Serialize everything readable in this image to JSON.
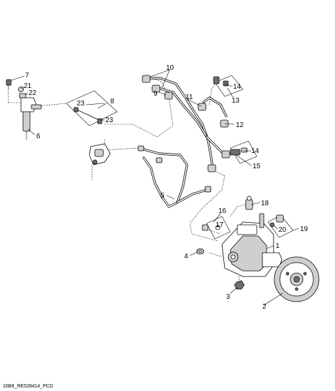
{
  "figure": {
    "reference_code": "16B8_RE528414_PCD"
  },
  "callouts": [
    {
      "id": "c1",
      "label": "1"
    },
    {
      "id": "c2",
      "label": "2"
    },
    {
      "id": "c3",
      "label": "3"
    },
    {
      "id": "c4",
      "label": "4"
    },
    {
      "id": "c5",
      "label": "5"
    },
    {
      "id": "c6",
      "label": "6"
    },
    {
      "id": "c7",
      "label": "7"
    },
    {
      "id": "c8",
      "label": "8"
    },
    {
      "id": "c9",
      "label": "9"
    },
    {
      "id": "c10",
      "label": "10"
    },
    {
      "id": "c11",
      "label": "11"
    },
    {
      "id": "c12",
      "label": "12"
    },
    {
      "id": "c13",
      "label": "13"
    },
    {
      "id": "c14a",
      "label": "14"
    },
    {
      "id": "c14b",
      "label": "14"
    },
    {
      "id": "c15",
      "label": "15"
    },
    {
      "id": "c16",
      "label": "16"
    },
    {
      "id": "c17",
      "label": "17"
    },
    {
      "id": "c18",
      "label": "18"
    },
    {
      "id": "c19",
      "label": "19"
    },
    {
      "id": "c20",
      "label": "20"
    },
    {
      "id": "c21",
      "label": "21"
    },
    {
      "id": "c22",
      "label": "22"
    },
    {
      "id": "c23a",
      "label": "23"
    },
    {
      "id": "c23b",
      "label": "23"
    }
  ]
}
